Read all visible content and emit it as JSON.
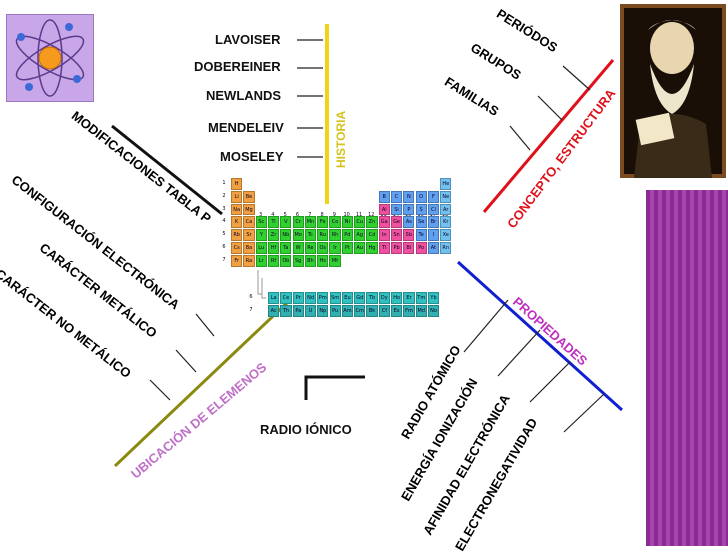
{
  "historia": {
    "title": "HISTORIA",
    "items": [
      "LAVOISER",
      "DOBEREINER",
      "NEWLANDS",
      "MENDELEIV",
      "MOSELEY"
    ]
  },
  "concepto": {
    "title": "CONCEPTO, ESTRUCTURA",
    "items": [
      "PERIÓDOS",
      "GRUPOS",
      "FAMILIAS"
    ]
  },
  "propiedades": {
    "title": "PROPIEDADES",
    "items": [
      "RADIO ATÓMICO",
      "ENERGÍA IONIZACIÓN",
      "AFINIDAD ELECTRÓNICA",
      "ELECTRONEGATIVIDAD"
    ],
    "radio_ionico": "RADIO IÓNICO"
  },
  "ubicacion": {
    "title": "UBICACIÓN DE ELEMENOS",
    "items": [
      "MODIFICACIONES TABLA P",
      "CONFIGURACIÓN ELECTRÓNICA",
      "CARÁCTER METÁLICO",
      "CARÁCTER NO METÁLICO"
    ]
  },
  "periodic_table": {
    "group_numbers": [
      "1",
      "2",
      "3",
      "4",
      "5",
      "6",
      "7",
      "8",
      "9",
      "10",
      "11",
      "12",
      "13",
      "14",
      "15",
      "16",
      "17",
      "18"
    ],
    "period_numbers": [
      "1",
      "2",
      "3",
      "4",
      "5",
      "6",
      "7"
    ],
    "colors": {
      "s": "#f0a040",
      "d": "#30d030",
      "p_metal": "#f050a0",
      "p_nonmetal": "#60a0f0",
      "noble": "#70c0f0",
      "lanth": "#30c0c0",
      "actin": "#30b0b0",
      "h": "#f0a040"
    },
    "rows": [
      [
        "H",
        "",
        "",
        "",
        "",
        "",
        "",
        "",
        "",
        "",
        "",
        "",
        "",
        "",
        "",
        "",
        "",
        "He"
      ],
      [
        "Li",
        "Be",
        "",
        "",
        "",
        "",
        "",
        "",
        "",
        "",
        "",
        "",
        "B",
        "C",
        "N",
        "O",
        "F",
        "Ne"
      ],
      [
        "Na",
        "Mg",
        "",
        "",
        "",
        "",
        "",
        "",
        "",
        "",
        "",
        "",
        "Al",
        "Si",
        "P",
        "S",
        "Cl",
        "Ar"
      ],
      [
        "K",
        "Ca",
        "Sc",
        "Ti",
        "V",
        "Cr",
        "Mn",
        "Fe",
        "Co",
        "Ni",
        "Cu",
        "Zn",
        "Ga",
        "Ge",
        "As",
        "Se",
        "Br",
        "Kr"
      ],
      [
        "Rb",
        "Sr",
        "Y",
        "Zr",
        "Nb",
        "Mo",
        "Tc",
        "Ru",
        "Rh",
        "Pd",
        "Ag",
        "Cd",
        "In",
        "Sn",
        "Sb",
        "Te",
        "I",
        "Xe"
      ],
      [
        "Cs",
        "Ba",
        "Lu",
        "Hf",
        "Ta",
        "W",
        "Re",
        "Os",
        "Ir",
        "Pt",
        "Au",
        "Hg",
        "Tl",
        "Pb",
        "Bi",
        "Po",
        "At",
        "Rn"
      ],
      [
        "Fr",
        "Ra",
        "Lr",
        "Rf",
        "Db",
        "Sg",
        "Bh",
        "Hs",
        "Mt",
        "",
        "",
        "",
        "",
        "",
        "",
        "",
        "",
        ""
      ]
    ],
    "f_rows": [
      [
        "La",
        "Ce",
        "Pr",
        "Nd",
        "Pm",
        "Sm",
        "Eu",
        "Gd",
        "Tb",
        "Dy",
        "Ho",
        "Er",
        "Tm",
        "Yb"
      ],
      [
        "Ac",
        "Th",
        "Pa",
        "U",
        "Np",
        "Pu",
        "Am",
        "Cm",
        "Bk",
        "Cf",
        "Es",
        "Fm",
        "Md",
        "No"
      ]
    ],
    "f_period_numbers": [
      "6",
      "7"
    ]
  }
}
